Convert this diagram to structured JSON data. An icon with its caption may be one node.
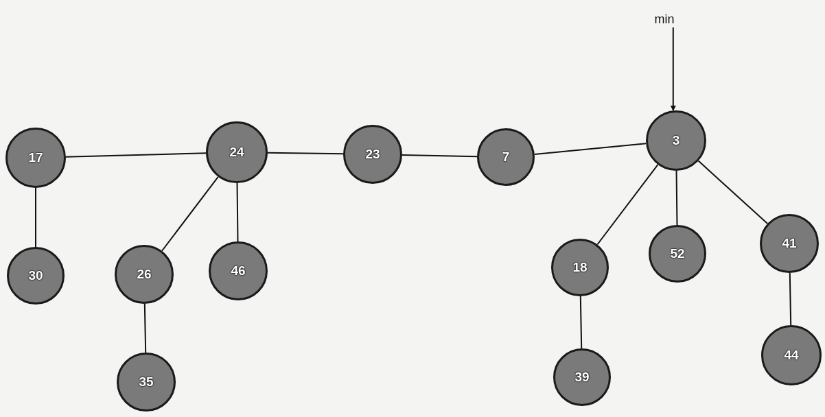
{
  "diagram": {
    "nodes": [
      {
        "text": [
          "min"
        ]
      },
      {
        "text": [
          "17"
        ]
      },
      {
        "text": [
          "24"
        ]
      },
      {
        "text": [
          "23"
        ]
      },
      {
        "text": [
          "7"
        ]
      },
      {
        "text": [
          "3"
        ]
      },
      {
        "text": [
          "30"
        ]
      },
      {
        "text": [
          "26"
        ]
      },
      {
        "text": [
          "46"
        ]
      },
      {
        "text": [
          "18"
        ]
      },
      {
        "text": [
          "52"
        ]
      },
      {
        "text": [
          "41"
        ]
      },
      {
        "text": [
          "35"
        ]
      },
      {
        "text": [
          "39"
        ]
      },
      {
        "text": [
          "44"
        ]
      }
    ],
    "edges": [
      {
        "from": 0,
        "to": 5,
        "arrow": "to"
      },
      {
        "from": 1,
        "to": 2,
        "arrow": "none"
      },
      {
        "from": 2,
        "to": 3,
        "arrow": "none"
      },
      {
        "from": 3,
        "to": 4,
        "arrow": "none"
      },
      {
        "from": 4,
        "to": 5,
        "arrow": "none"
      },
      {
        "from": 1,
        "to": 6,
        "arrow": "none"
      },
      {
        "from": 2,
        "to": 7,
        "arrow": "none"
      },
      {
        "from": 2,
        "to": 8,
        "arrow": "none"
      },
      {
        "from": 7,
        "to": 12,
        "arrow": "none"
      },
      {
        "from": 5,
        "to": 9,
        "arrow": "none"
      },
      {
        "from": 5,
        "to": 10,
        "arrow": "none"
      },
      {
        "from": 5,
        "to": 11,
        "arrow": "none"
      },
      {
        "from": 9,
        "to": 13,
        "arrow": "none"
      },
      {
        "from": 11,
        "to": 14,
        "arrow": "none"
      }
    ]
  }
}
